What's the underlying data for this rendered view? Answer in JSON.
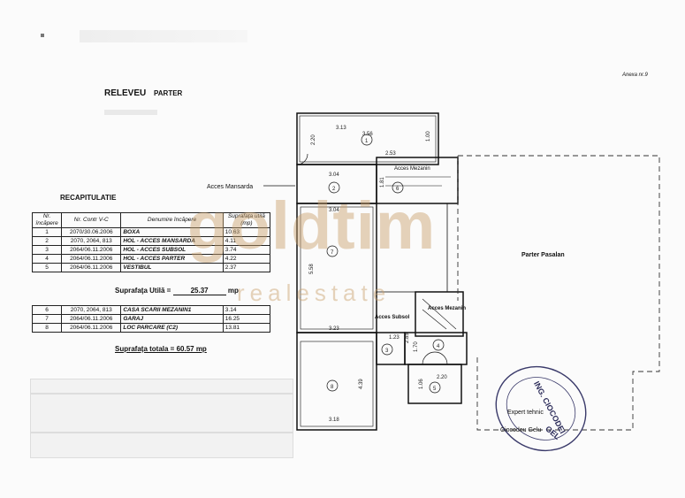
{
  "doc": {
    "annex": "Anexa nr.9",
    "title": "RELEVEU",
    "subtitle": "PARTER",
    "recap_title": "RECAPITULATIE"
  },
  "table": {
    "headers": [
      "Nr. încăpere",
      "Nr. Contr V-C",
      "Denumire încăpere",
      "Suprafaţa utilă (mp)"
    ],
    "rows_a": [
      {
        "nr": "1",
        "contr": "2070/30.06.2006",
        "den": "BOXA",
        "sup": "10.63"
      },
      {
        "nr": "2",
        "contr": "2070, 2064, 813",
        "den": "HOL - ACCES MANSARDA",
        "sup": "4.11"
      },
      {
        "nr": "3",
        "contr": "2064/06.11.2006",
        "den": "HOL - ACCES SUBSOL",
        "sup": "3.74"
      },
      {
        "nr": "4",
        "contr": "2064/06.11.2006",
        "den": "HOL - ACCES PARTER",
        "sup": "4.22"
      },
      {
        "nr": "5",
        "contr": "2064/06.11.2006",
        "den": "VESTIBUL",
        "sup": "2.37"
      }
    ],
    "util_label": "Suprafaţa Utilă =",
    "util_value": "25.37",
    "util_unit": "mp",
    "rows_b": [
      {
        "nr": "6",
        "contr": "2070, 2064, 813",
        "den": "CASA SCARII MEZANIN1",
        "sup": "3.14"
      },
      {
        "nr": "7",
        "contr": "2064/06.11.2006",
        "den": "GARAJ",
        "sup": "16.25"
      },
      {
        "nr": "8",
        "contr": "2064/06.11.2006",
        "den": "LOC PARCARE (C2)",
        "sup": "13.81"
      }
    ],
    "total": "Suprafaţa totala = 60.57 mp"
  },
  "plan": {
    "labels": {
      "acces_mansarda": "Acces Mansarda",
      "acces_mezanin_top": "Acces Mezanin",
      "parter_pasalan": "Parter Pasalan",
      "acces_subsol": "Acces Subsol",
      "acces_mezanin": "Acces Mezanin"
    },
    "dims": [
      "3.13",
      "3.56",
      "2.53",
      "2.20",
      "1.00",
      "3.04",
      "3.04",
      "5.58",
      "3.23",
      "1.23",
      "2.85",
      "1.70",
      "4.39",
      "3.18",
      "2.20",
      "1.06",
      "1.81"
    ],
    "rooms": [
      "1",
      "2",
      "3",
      "4",
      "5",
      "6",
      "7",
      "8"
    ]
  },
  "stamp": {
    "line1": "ING. CIOCODEI",
    "line2": "GEL",
    "expert_label": "Expert tehnic",
    "expert_name": "Ciocodeu Gelu"
  },
  "watermark": {
    "brand": "goldtim",
    "tagline": "realestate"
  }
}
